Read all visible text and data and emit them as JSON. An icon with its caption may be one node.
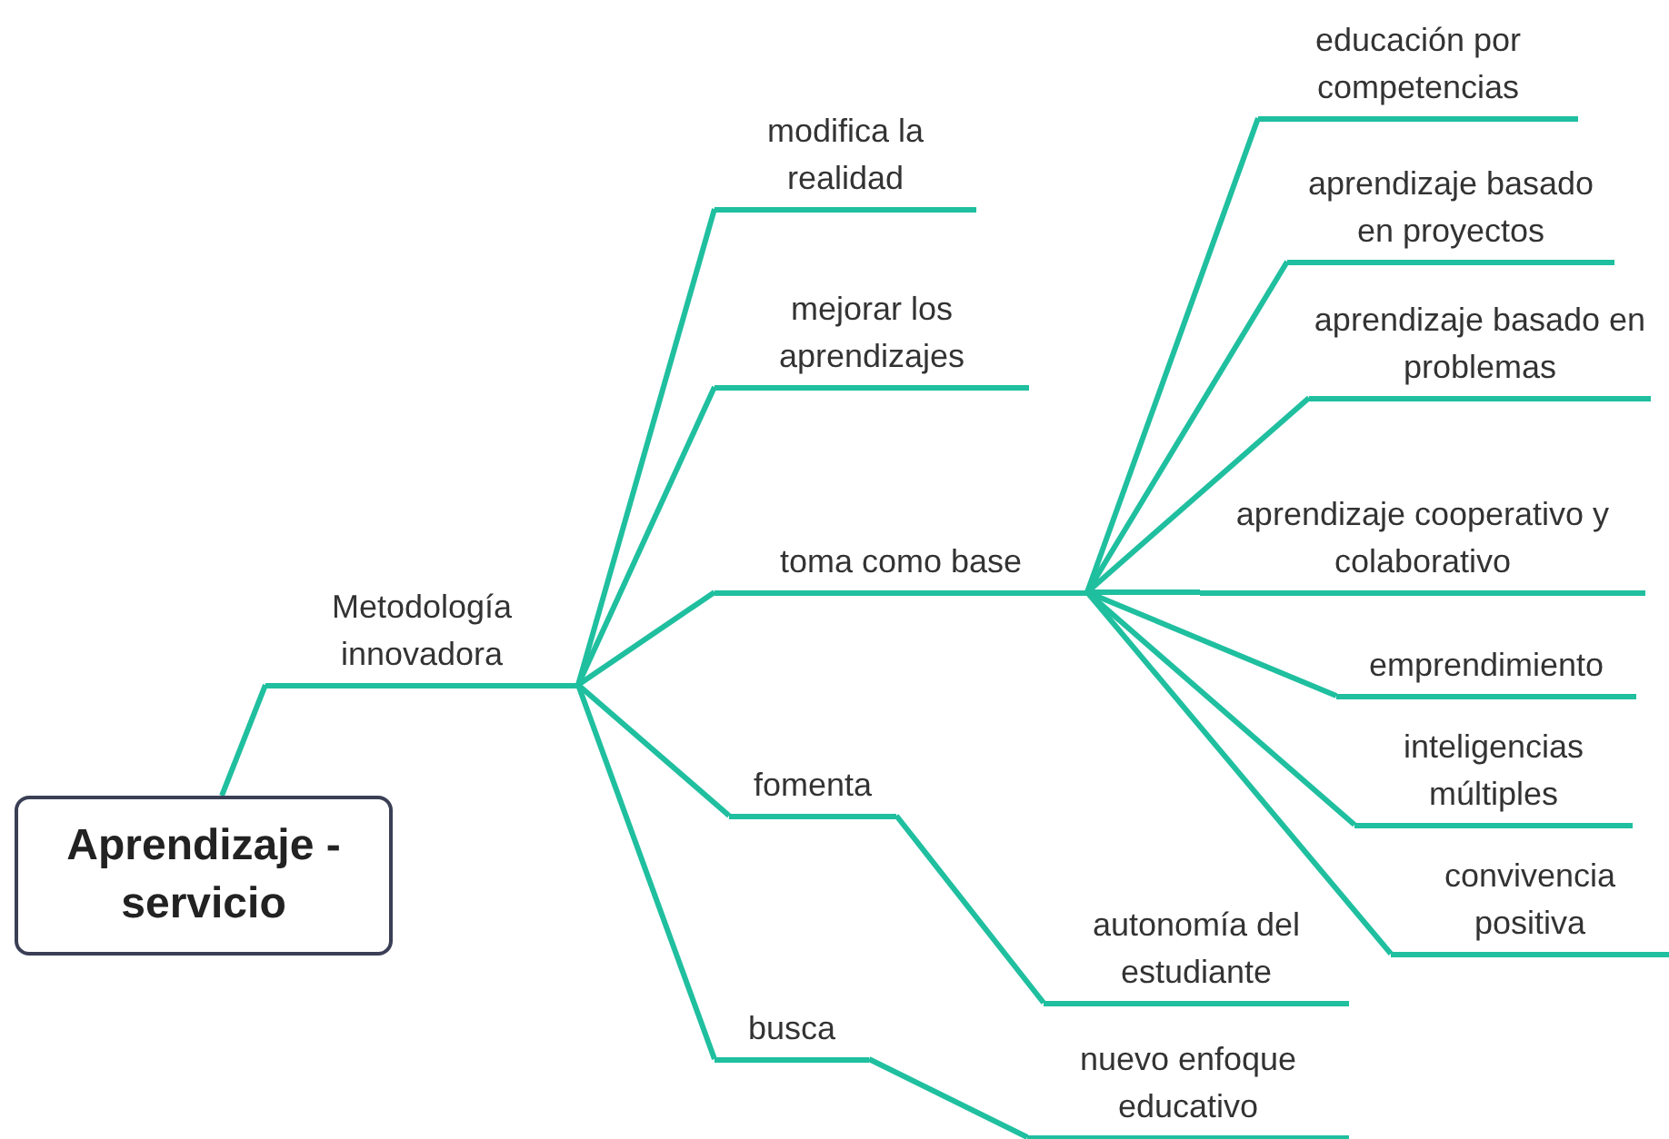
{
  "diagram": {
    "nodes": [
      {
        "text": [
          "Aprendizaje - servicio"
        ]
      },
      {
        "text": [
          "Metodología innovadora"
        ]
      },
      {
        "text": [
          "modifica la realidad"
        ]
      },
      {
        "text": [
          "mejorar los aprendizajes"
        ]
      },
      {
        "text": [
          "toma como base"
        ]
      },
      {
        "text": [
          "fomenta"
        ]
      },
      {
        "text": [
          "busca"
        ]
      },
      {
        "text": [
          "educación por competencias"
        ]
      },
      {
        "text": [
          "aprendizaje basado en proyectos"
        ]
      },
      {
        "text": [
          "aprendizaje basado en problemas"
        ]
      },
      {
        "text": [
          "aprendizaje cooperativo y colaborativo"
        ]
      },
      {
        "text": [
          "emprendimiento"
        ]
      },
      {
        "text": [
          "inteligencias múltiples"
        ]
      },
      {
        "text": [
          "convivencia positiva"
        ]
      },
      {
        "text": [
          "autonomía del estudiante"
        ]
      },
      {
        "text": [
          "nuevo enfoque educativo"
        ]
      }
    ],
    "edges": [
      {
        "from": 0,
        "to": 1,
        "arrow": "none"
      },
      {
        "from": 1,
        "to": 2,
        "arrow": "none"
      },
      {
        "from": 1,
        "to": 3,
        "arrow": "none"
      },
      {
        "from": 1,
        "to": 4,
        "arrow": "none"
      },
      {
        "from": 1,
        "to": 5,
        "arrow": "none"
      },
      {
        "from": 1,
        "to": 6,
        "arrow": "none"
      },
      {
        "from": 4,
        "to": 7,
        "arrow": "none"
      },
      {
        "from": 4,
        "to": 8,
        "arrow": "none"
      },
      {
        "from": 4,
        "to": 9,
        "arrow": "none"
      },
      {
        "from": 4,
        "to": 10,
        "arrow": "none"
      },
      {
        "from": 4,
        "to": 11,
        "arrow": "none"
      },
      {
        "from": 4,
        "to": 12,
        "arrow": "none"
      },
      {
        "from": 4,
        "to": 13,
        "arrow": "none"
      },
      {
        "from": 5,
        "to": 14,
        "arrow": "none"
      },
      {
        "from": 6,
        "to": 15,
        "arrow": "none"
      }
    ]
  }
}
